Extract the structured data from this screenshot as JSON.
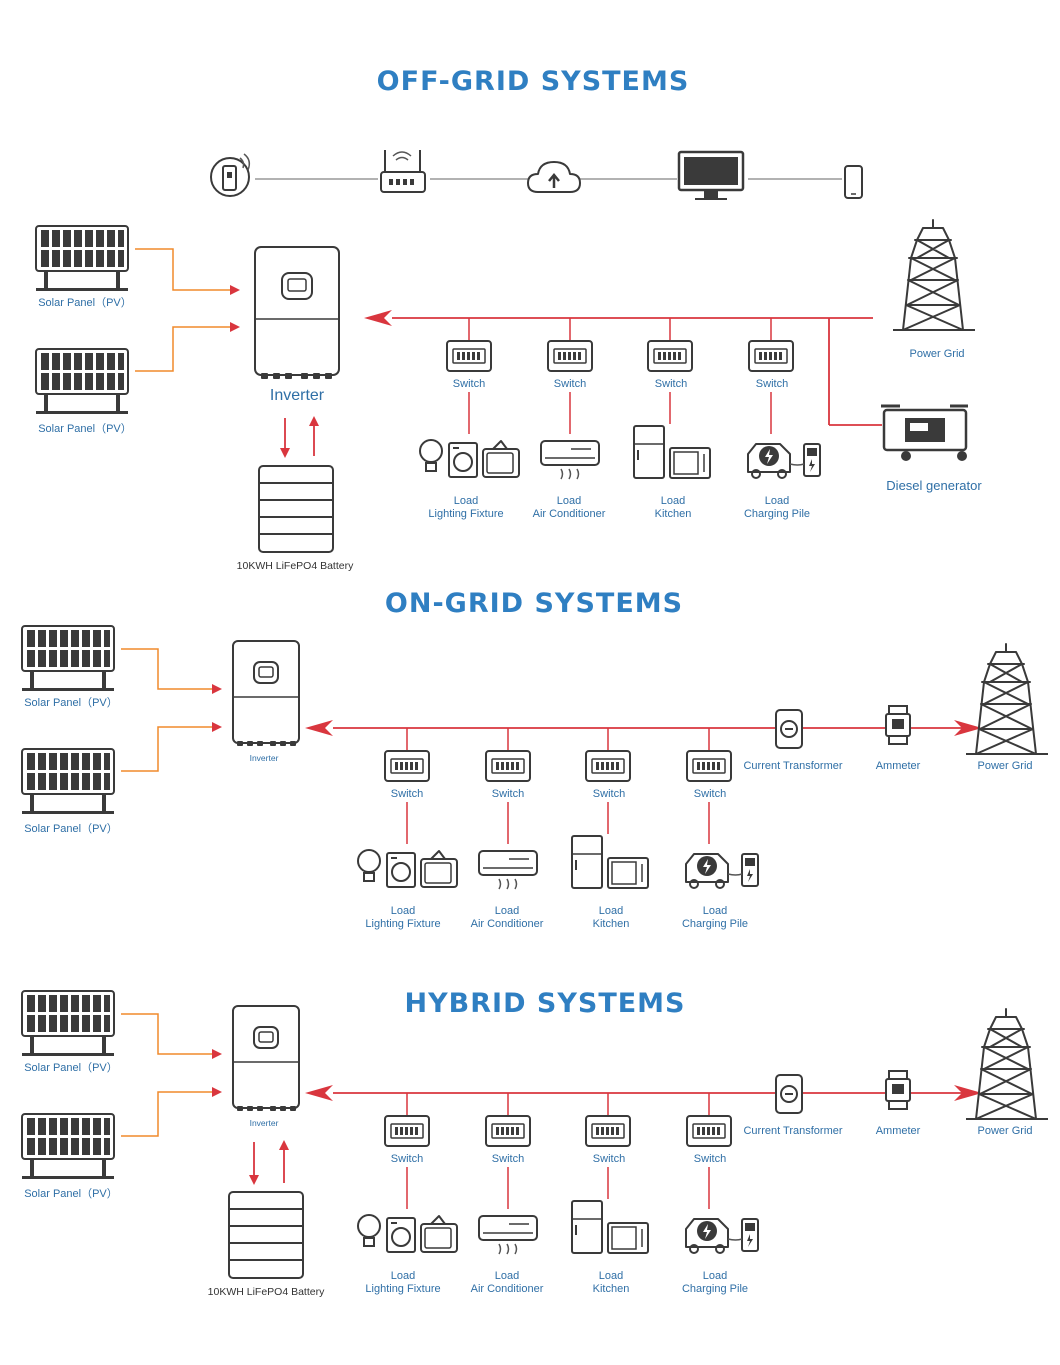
{
  "sections": {
    "off_grid": {
      "title": "OFF-GRID SYSTEMS",
      "solar_1": "Solar Panel（PV）",
      "solar_2": "Solar Panel（PV）",
      "inverter": "Inverter",
      "battery": "10KWH LiFePO4 Battery",
      "power_grid": "Power Grid",
      "diesel": "Diesel generator"
    },
    "on_grid": {
      "title": "ON-GRID SYSTEMS",
      "solar_1": "Solar Panel（PV）",
      "solar_2": "Solar Panel（PV）",
      "inverter": "Inverter",
      "current_transformer": "Current Transformer",
      "ammeter": "Ammeter",
      "power_grid": "Power Grid"
    },
    "hybrid": {
      "title": "HYBRID SYSTEMS",
      "solar_1": "Solar Panel（PV）",
      "solar_2": "Solar Panel（PV）",
      "inverter": "Inverter",
      "battery": "10KWH LiFePO4 Battery",
      "current_transformer": "Current Transformer",
      "ammeter": "Ammeter",
      "power_grid": "Power Grid"
    }
  },
  "switch_label": "Switch",
  "loads": [
    {
      "top": "Load",
      "name": "Lighting Fixture"
    },
    {
      "top": "Load",
      "name": "Air Conditioner"
    },
    {
      "top": "Load",
      "name": "Kitchen"
    },
    {
      "top": "Load",
      "name": "Charging Pile"
    }
  ],
  "monitoring_icons": [
    "wifi-stick-icon",
    "router-icon",
    "cloud-upload-icon",
    "monitor-icon",
    "smartphone-icon"
  ],
  "colors": {
    "title": "#2f7fc2",
    "label": "#2f6fa6",
    "ac_line": "#d9363e",
    "dc_line": "#f08a2c",
    "icon": "#3a3a3a"
  }
}
